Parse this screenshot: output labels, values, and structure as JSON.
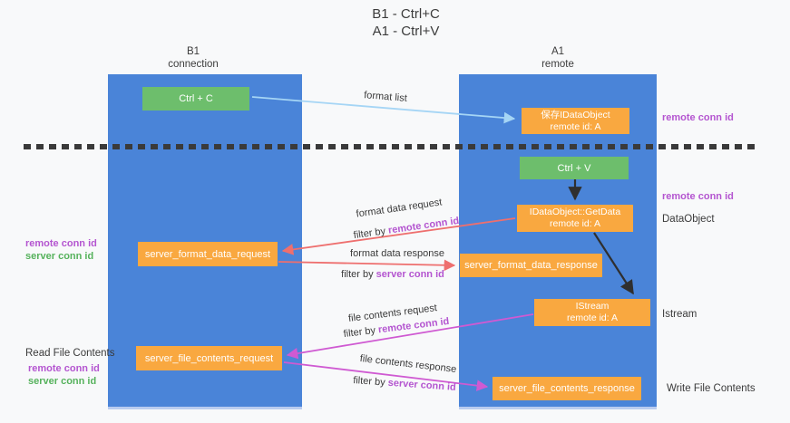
{
  "title": {
    "line1": "B1 - Ctrl+C",
    "line2": "A1 - Ctrl+V"
  },
  "lanes": {
    "left": {
      "title": "B1",
      "subtitle": "connection"
    },
    "right": {
      "title": "A1",
      "subtitle": "remote"
    }
  },
  "nodes": {
    "ctrl_c": {
      "label": "Ctrl + C"
    },
    "ctrl_v": {
      "label": "Ctrl + V"
    },
    "saved_dataobject": {
      "line1": "保存IDataObject",
      "line2": "remote id: A"
    },
    "getdata": {
      "line1": "IDataObject::GetData",
      "line2": "remote id: A"
    },
    "istream": {
      "line1": "IStream",
      "line2": "remote id: A"
    },
    "server_format_data_request": {
      "label": "server_format_data_request"
    },
    "server_format_data_response": {
      "label": "server_format_data_response"
    },
    "server_file_contents_request": {
      "label": "server_file_contents_request"
    },
    "server_file_contents_response": {
      "label": "server_file_contents_response"
    }
  },
  "flow_labels": {
    "format_list": "format list",
    "format_data_request": "format data request",
    "format_data_response": "format data response",
    "file_contents_request": "file contents request",
    "file_contents_response": "file contents response",
    "filter_by": "filter by ",
    "remote_conn_id": "remote conn id",
    "server_conn_id": "server conn id"
  },
  "side_labels": {
    "remote_conn_id": "remote conn id",
    "server_conn_id": "server conn id",
    "dataobject": "DataObject",
    "istream": "Istream",
    "read_file_contents": "Read File Contents",
    "write_file_contents": "Write File Contents"
  },
  "colors": {
    "lane_blue": "#4a84d8",
    "node_green": "#6dbe6c",
    "node_orange": "#f9a840",
    "purple_text": "#b455d0",
    "green_text": "#56b25c",
    "arrow_blue": "#a5d5f5",
    "arrow_red": "#ee6f6e",
    "arrow_magenta": "#cf5ad2",
    "arrow_black": "#2f2f2f"
  }
}
